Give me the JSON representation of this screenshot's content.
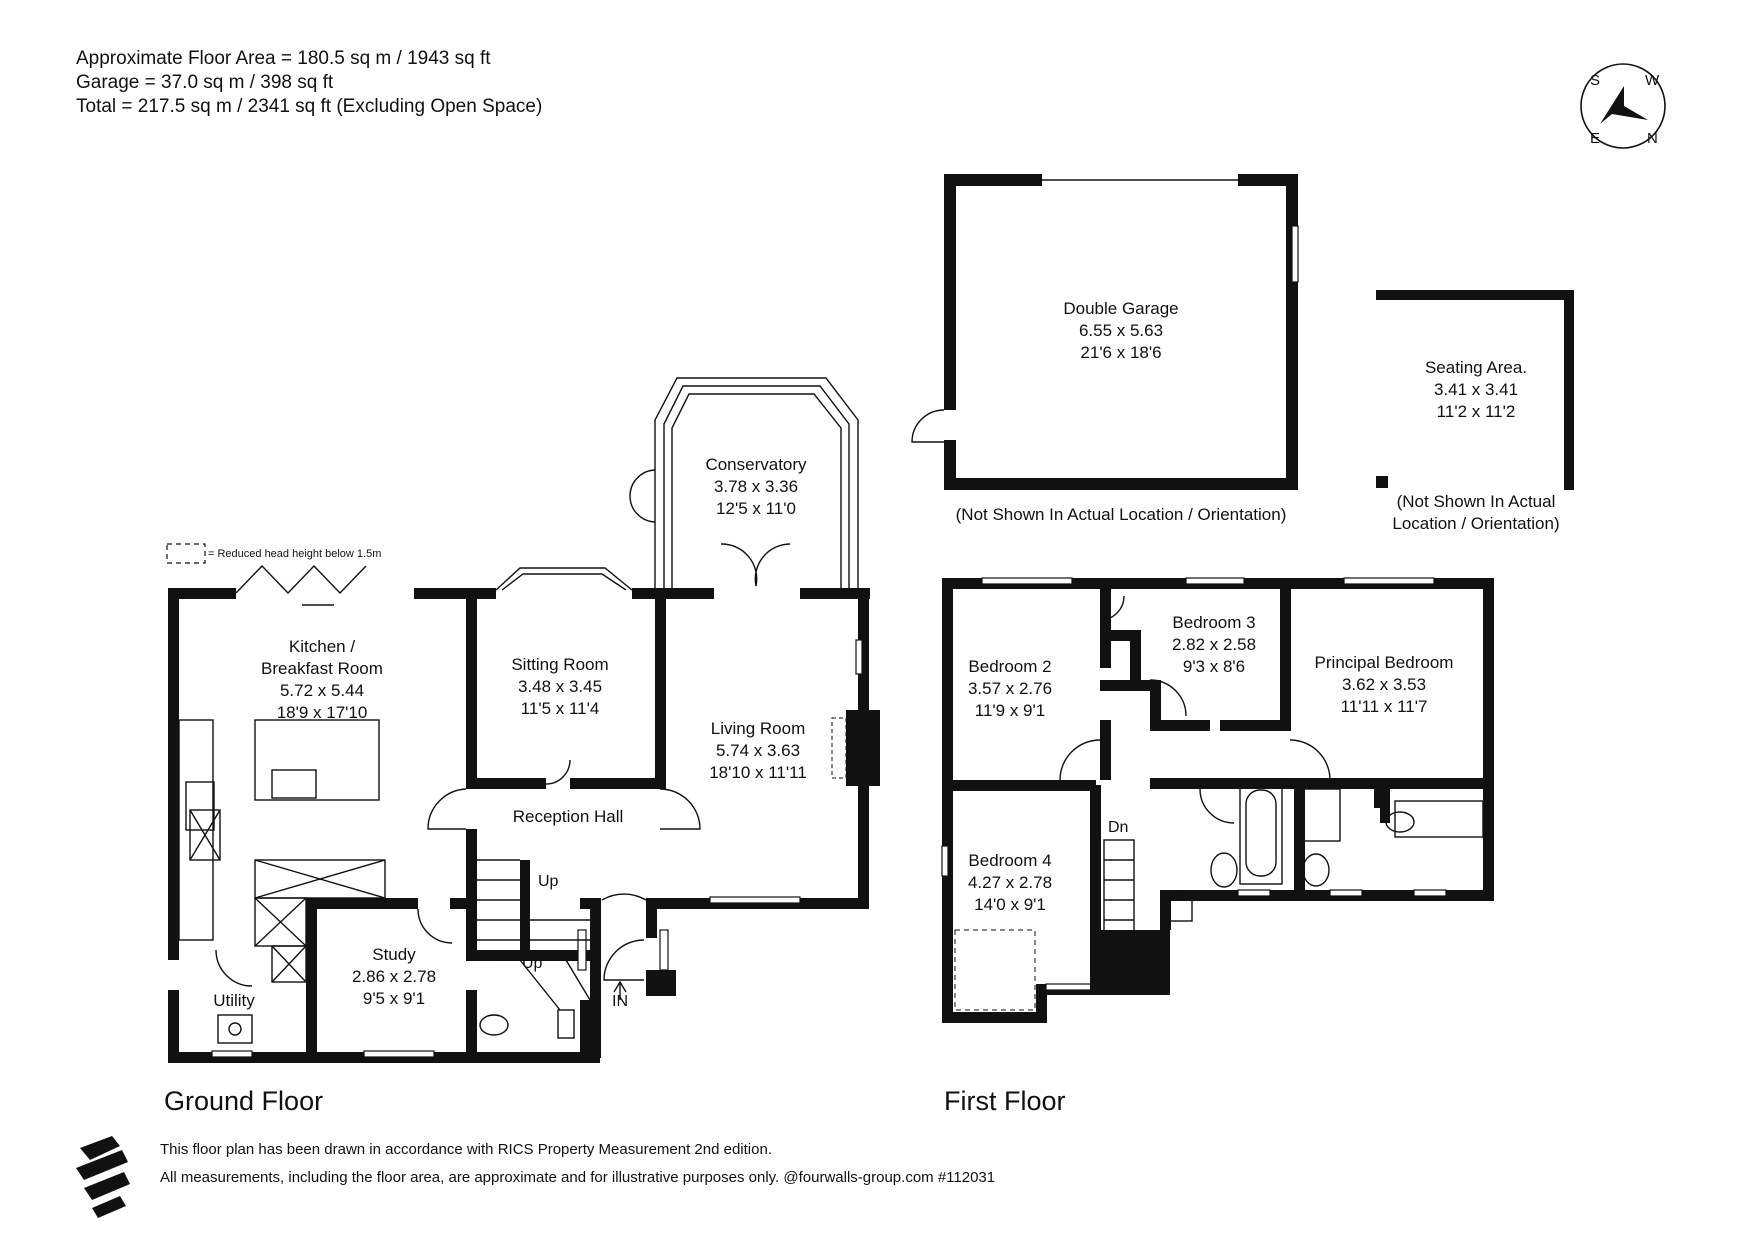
{
  "header": {
    "line1": "Approximate Floor Area = 180.5 sq m / 1943 sq ft",
    "line2": "Garage = 37.0 sq m / 398 sq ft",
    "line3": "Total = 217.5 sq m / 2341 sq ft (Excluding Open Space)"
  },
  "compass": {
    "s": "S",
    "w": "W",
    "e": "E",
    "n": "N"
  },
  "legend": {
    "text": "= Reduced head height below 1.5m"
  },
  "ground_floor": {
    "label": "Ground Floor",
    "rooms": {
      "kitchen": {
        "name1": "Kitchen /",
        "name2": "Breakfast Room",
        "metric": "5.72 x 5.44",
        "imperial": "18'9 x 17'10"
      },
      "sitting": {
        "name": "Sitting Room",
        "metric": "3.48 x 3.45",
        "imperial": "11'5 x 11'4"
      },
      "conservatory": {
        "name": "Conservatory",
        "metric": "3.78 x 3.36",
        "imperial": "12'5 x 11'0"
      },
      "living": {
        "name": "Living Room",
        "metric": "5.74 x 3.63",
        "imperial": "18'10 x 11'11"
      },
      "reception": {
        "name": "Reception Hall"
      },
      "study": {
        "name": "Study",
        "metric": "2.86 x 2.78",
        "imperial": "9'5 x 9'1"
      },
      "utility": {
        "name": "Utility"
      }
    },
    "up1": "Up",
    "up2": "Up",
    "entrance": "IN"
  },
  "first_floor": {
    "label": "First Floor",
    "rooms": {
      "bed2": {
        "name": "Bedroom 2",
        "metric": "3.57 x 2.76",
        "imperial": "11'9 x 9'1"
      },
      "bed3": {
        "name": "Bedroom 3",
        "metric": "2.82 x 2.58",
        "imperial": "9'3 x 8'6"
      },
      "principal": {
        "name": "Principal Bedroom",
        "metric": "3.62 x 3.53",
        "imperial": "11'11 x 11'7"
      },
      "bed4": {
        "name": "Bedroom 4",
        "metric": "4.27 x 2.78",
        "imperial": "14'0 x 9'1"
      }
    },
    "down": "Dn"
  },
  "garage": {
    "name": "Double Garage",
    "metric": "6.55 x 5.63",
    "imperial": "21'6 x 18'6",
    "note": "(Not Shown In Actual Location / Orientation)"
  },
  "seating": {
    "name": "Seating Area.",
    "metric": "3.41 x 3.41",
    "imperial": "11'2 x 11'2",
    "note1": "(Not Shown In Actual",
    "note2": "Location / Orientation)"
  },
  "footer": {
    "line1": "This floor plan has been drawn in accordance with RICS Property Measurement 2nd edition.",
    "line2": "All measurements, including the floor area, are approximate and for illustrative purposes only. @fourwalls-group.com #112031"
  }
}
